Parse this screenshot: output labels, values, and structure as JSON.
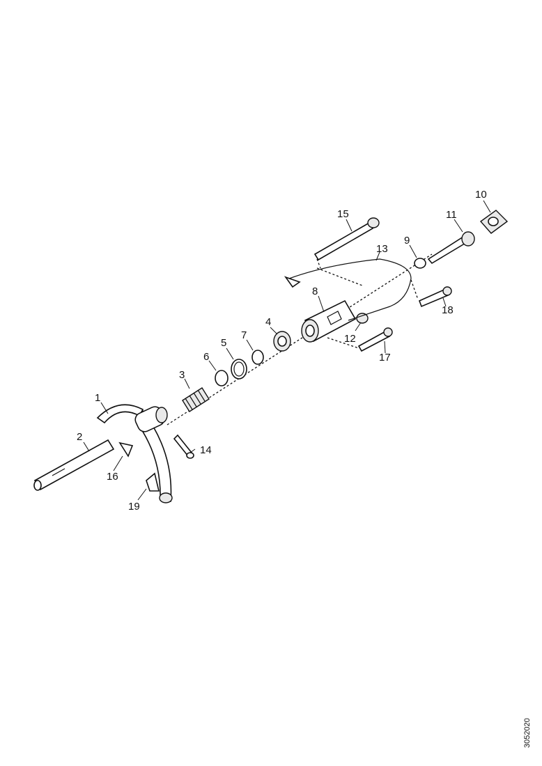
{
  "labels": [
    "1",
    "2",
    "3",
    "4",
    "5",
    "6",
    "7",
    "8",
    "9",
    "10",
    "11",
    "12",
    "13",
    "14",
    "15",
    "16",
    "17",
    "18",
    "19"
  ],
  "doc_ref": "3052020"
}
